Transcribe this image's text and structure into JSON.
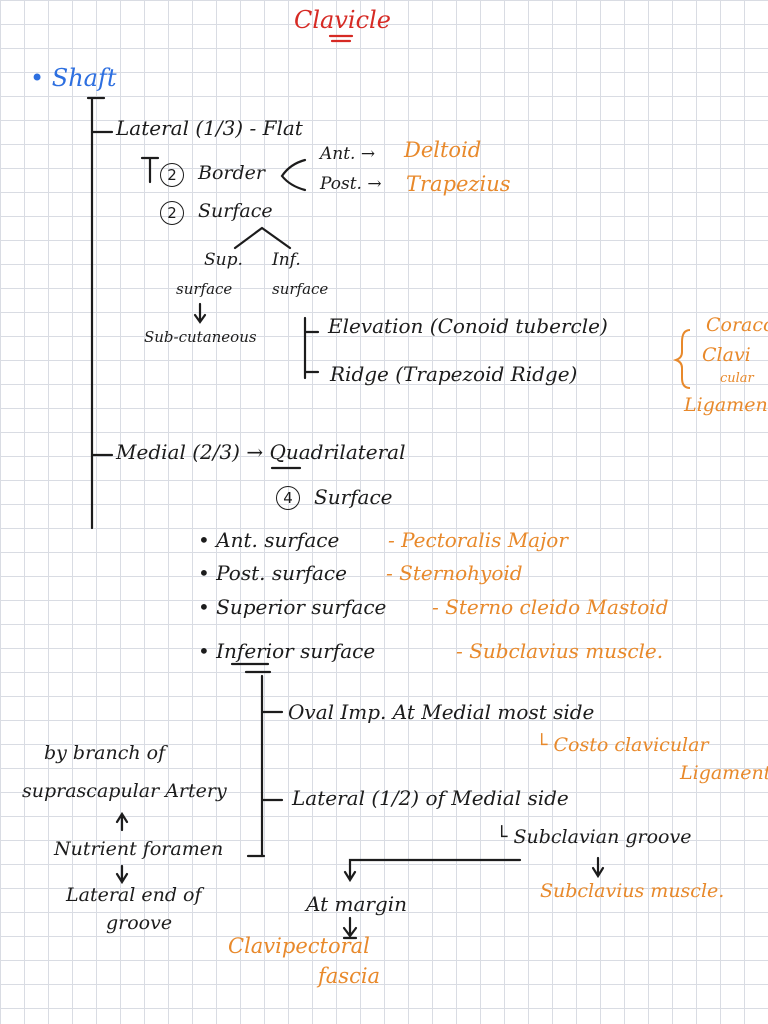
{
  "title": "Clavicle",
  "shaft": "• Shaft",
  "lateral": {
    "heading": "Lateral (1/3) - Flat",
    "border_num": "2",
    "border_label": "Border",
    "ant": "Ant. →",
    "ant_muscle": "Deltoid",
    "post": "Post. →",
    "post_muscle": "Trapezius",
    "surface_num": "2",
    "surface_label": "Surface",
    "sup_line1": "Sup.",
    "sup_line2": "surface",
    "inf_line1": "Inf.",
    "inf_line2": "surface",
    "subcutaneous": "Sub-cutaneous",
    "elevation": "Elevation (Conoid tubercle)",
    "ridge": "Ridge (Trapezoid Ridge)",
    "coraco_lines": [
      "Coraco",
      "Clavi",
      "cular",
      "Ligament"
    ]
  },
  "medial": {
    "heading": "Medial (2/3) → Quadrilateral",
    "surface_num": "4",
    "surface_label": "Surface",
    "items": [
      {
        "label": "• Ant. surface",
        "muscle": "- Pectoralis Major"
      },
      {
        "label": "• Post. surface",
        "muscle": "- Sternohyoid"
      },
      {
        "label": "• Superior surface",
        "muscle": "- Sterno cleido Mastoid"
      },
      {
        "label": "• Inferior surface",
        "muscle": "- Subclavius muscle."
      }
    ]
  },
  "inferior": {
    "oval": "Oval Imp. At Medial most side",
    "costo": "└ Costo clavicular",
    "costo_lig": "Ligament",
    "lateral_half": "Lateral (1/2) of Medial side",
    "subclavian_groove": "└ Subclavian groove",
    "subclavius_muscle": "Subclavius muscle.",
    "at_margin": "At margin",
    "clavipectoral1": "Clavipectoral",
    "clavipectoral2": "fascia"
  },
  "nutrient": {
    "by_branch": "by branch of",
    "artery": "suprascapular Artery",
    "up_arrow": "↑",
    "foramen": "Nutrient foramen",
    "down_arrow": "↓",
    "lateral_end": "Lateral end of",
    "groove": "groove"
  }
}
